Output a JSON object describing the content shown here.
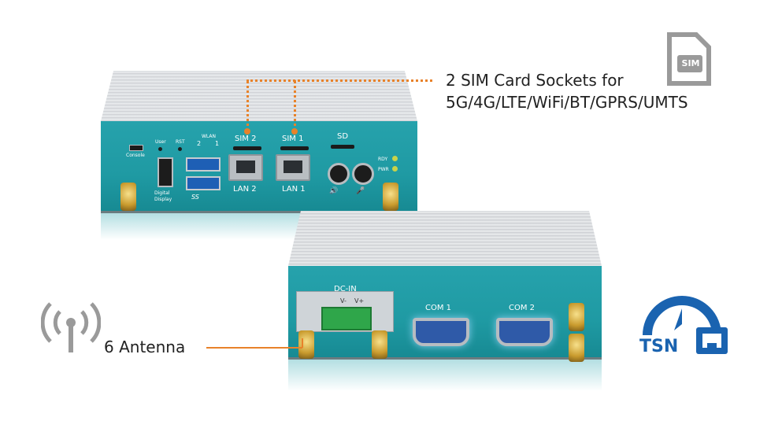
{
  "callouts": {
    "sim_line1": "2 SIM Card Sockets for",
    "sim_line2": "5G/4G/LTE/WiFi/BT/GPRS/UMTS",
    "antenna": "6 Antenna"
  },
  "icons": {
    "sim_icon_text": "SIM",
    "tsn_text": "TSN"
  },
  "front_panel": {
    "console": "Console",
    "user": "User",
    "rst": "RST",
    "wlan": "WLAN",
    "wlan_2": "2",
    "wlan_1": "1",
    "digital_display": "Digital Display",
    "usb_logo": "SS",
    "lan2": "LAN 2",
    "lan1": "LAN 1",
    "sim2": "SIM 2",
    "sim1": "SIM 1",
    "sd": "SD",
    "rdy": "RDY",
    "pwr": "PWR"
  },
  "rear_panel": {
    "dc_in": "DC-IN",
    "v_minus": "V-",
    "v_plus": "V+",
    "com1": "COM 1",
    "com2": "COM 2"
  },
  "colors": {
    "accent": "#e8822a",
    "teal": "#1f9aa3",
    "tsn_blue": "#1a63b0",
    "icon_gray": "#9a9a9a"
  }
}
